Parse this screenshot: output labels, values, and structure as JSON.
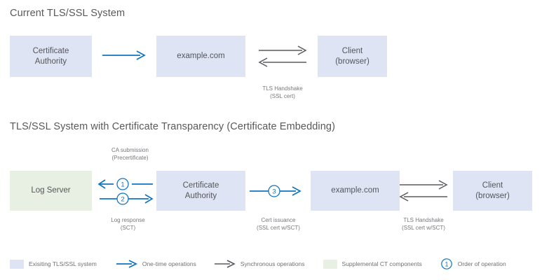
{
  "colors": {
    "existing_system_fill": "#dfe4f5",
    "ct_component_fill": "#e7f0e2",
    "one_time_arrow": "#1175c0",
    "sync_arrow": "#585a5d",
    "title_text": "#58595b",
    "caption_text": "#77787c",
    "background": "#ffffff"
  },
  "diagram1": {
    "title": "Current TLS/SSL System",
    "nodes": [
      {
        "id": "ca",
        "label_line1": "Certificate",
        "label_line2": "Authority",
        "kind": "existing"
      },
      {
        "id": "example",
        "label_line1": "example.com",
        "label_line2": "",
        "kind": "existing"
      },
      {
        "id": "client",
        "label_line1": "Client",
        "label_line2": "(browser)",
        "kind": "existing"
      }
    ],
    "connectors": [
      {
        "id": "ca-to-example",
        "style": "one-time",
        "direction": "right",
        "caption": ""
      },
      {
        "id": "example-client-handshake",
        "style": "synchronous",
        "direction": "bidirectional",
        "caption": "TLS Handshake\n(SSL cert)"
      }
    ]
  },
  "diagram2": {
    "title": "TLS/SSL System with Certificate Transparency (Certificate Embedding)",
    "nodes": [
      {
        "id": "log-server",
        "label_line1": "Log Server",
        "label_line2": "",
        "kind": "ct"
      },
      {
        "id": "ca",
        "label_line1": "Certificate",
        "label_line2": "Authority",
        "kind": "existing"
      },
      {
        "id": "example",
        "label_line1": "example.com",
        "label_line2": "",
        "kind": "existing"
      },
      {
        "id": "client",
        "label_line1": "Client",
        "label_line2": "(browser)",
        "kind": "existing"
      }
    ],
    "connectors": [
      {
        "id": "ca-submission",
        "style": "one-time",
        "direction": "left",
        "order": "1",
        "caption_above": "CA submission\n(Precertificate)"
      },
      {
        "id": "log-response",
        "style": "one-time",
        "direction": "right",
        "order": "2",
        "caption_below": "Log response\n(SCT)"
      },
      {
        "id": "cert-issuance",
        "style": "one-time",
        "direction": "right",
        "order": "3",
        "caption_below": "Cert issuance\n(SSL cert w/SCT)"
      },
      {
        "id": "tls-handshake",
        "style": "synchronous",
        "direction": "bidirectional",
        "caption_below": "TLS Handshake\n(SSL cert w/SCT)"
      }
    ]
  },
  "legend": {
    "items": [
      {
        "id": "existing",
        "marker": "swatch-blue",
        "label": "Exisiting TLS/SSL system"
      },
      {
        "id": "one-time",
        "marker": "arrow-blue",
        "label": "One-time operations"
      },
      {
        "id": "synchronous",
        "marker": "arrow-gray",
        "label": "Synchronous operations"
      },
      {
        "id": "ct-components",
        "marker": "swatch-green",
        "label": "Supplemental CT components"
      },
      {
        "id": "order",
        "marker": "circle-number",
        "marker_text": "1",
        "label": "Order of operation"
      }
    ]
  }
}
